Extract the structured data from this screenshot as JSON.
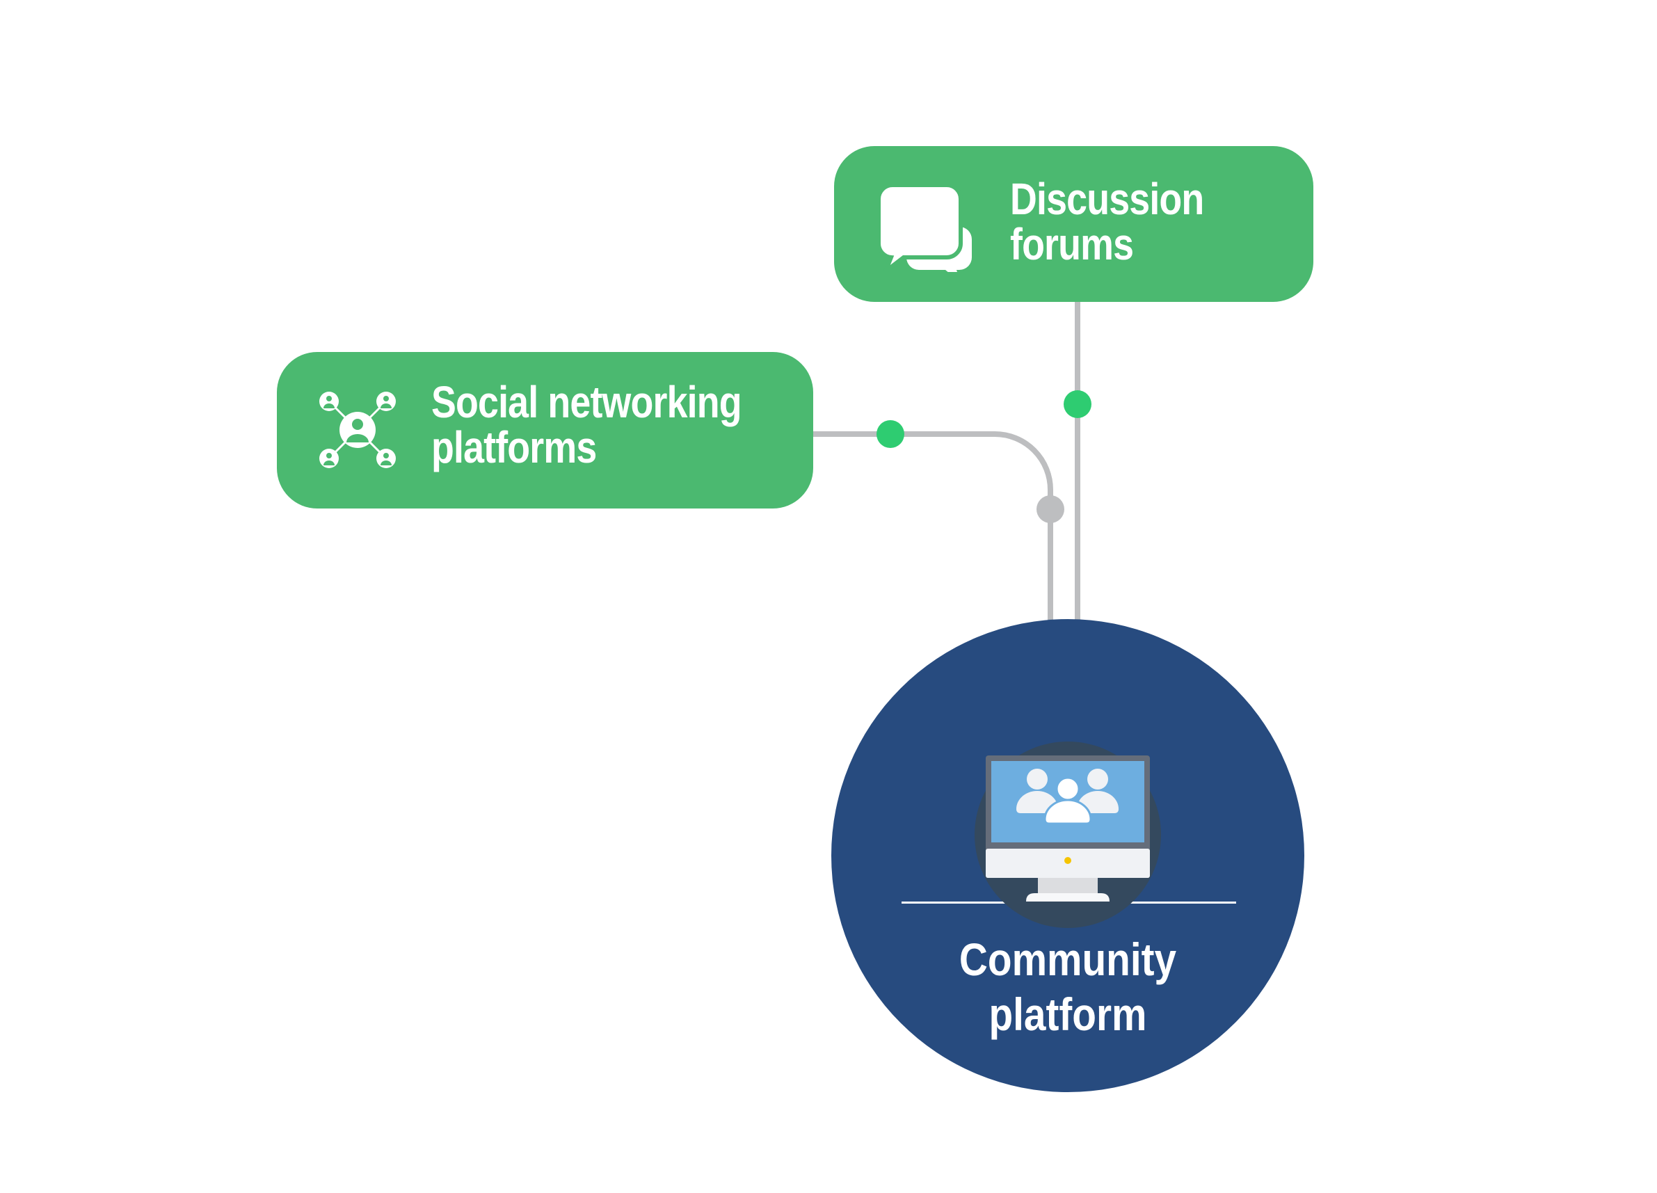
{
  "diagram": {
    "colors": {
      "card_fill": "#4bb970",
      "connector_line": "#bdbec0",
      "dot_active": "#2ecc71",
      "dot_inactive": "#bdbec0",
      "hub_fill": "#274b7f",
      "hub_inner": "#34495e",
      "monitor_screen": "#6daee0",
      "monitor_bezel": "#656d7a",
      "monitor_chin": "#f0f2f5",
      "power_led": "#f5c400",
      "text": "#ffffff"
    },
    "nodes": [
      {
        "id": "discussion-forums",
        "icon": "chat-bubbles-icon",
        "label_line1": "Discussion",
        "label_line2": "forums",
        "connection_status": "active"
      },
      {
        "id": "social-networking-platforms",
        "icon": "network-people-icon",
        "label_line1": "Social networking",
        "label_line2": "platforms",
        "connection_status": "active"
      }
    ],
    "hub": {
      "icon": "monitor-group-icon",
      "label_line1": "Community",
      "label_line2": "platform"
    },
    "junction": {
      "status": "inactive"
    }
  }
}
